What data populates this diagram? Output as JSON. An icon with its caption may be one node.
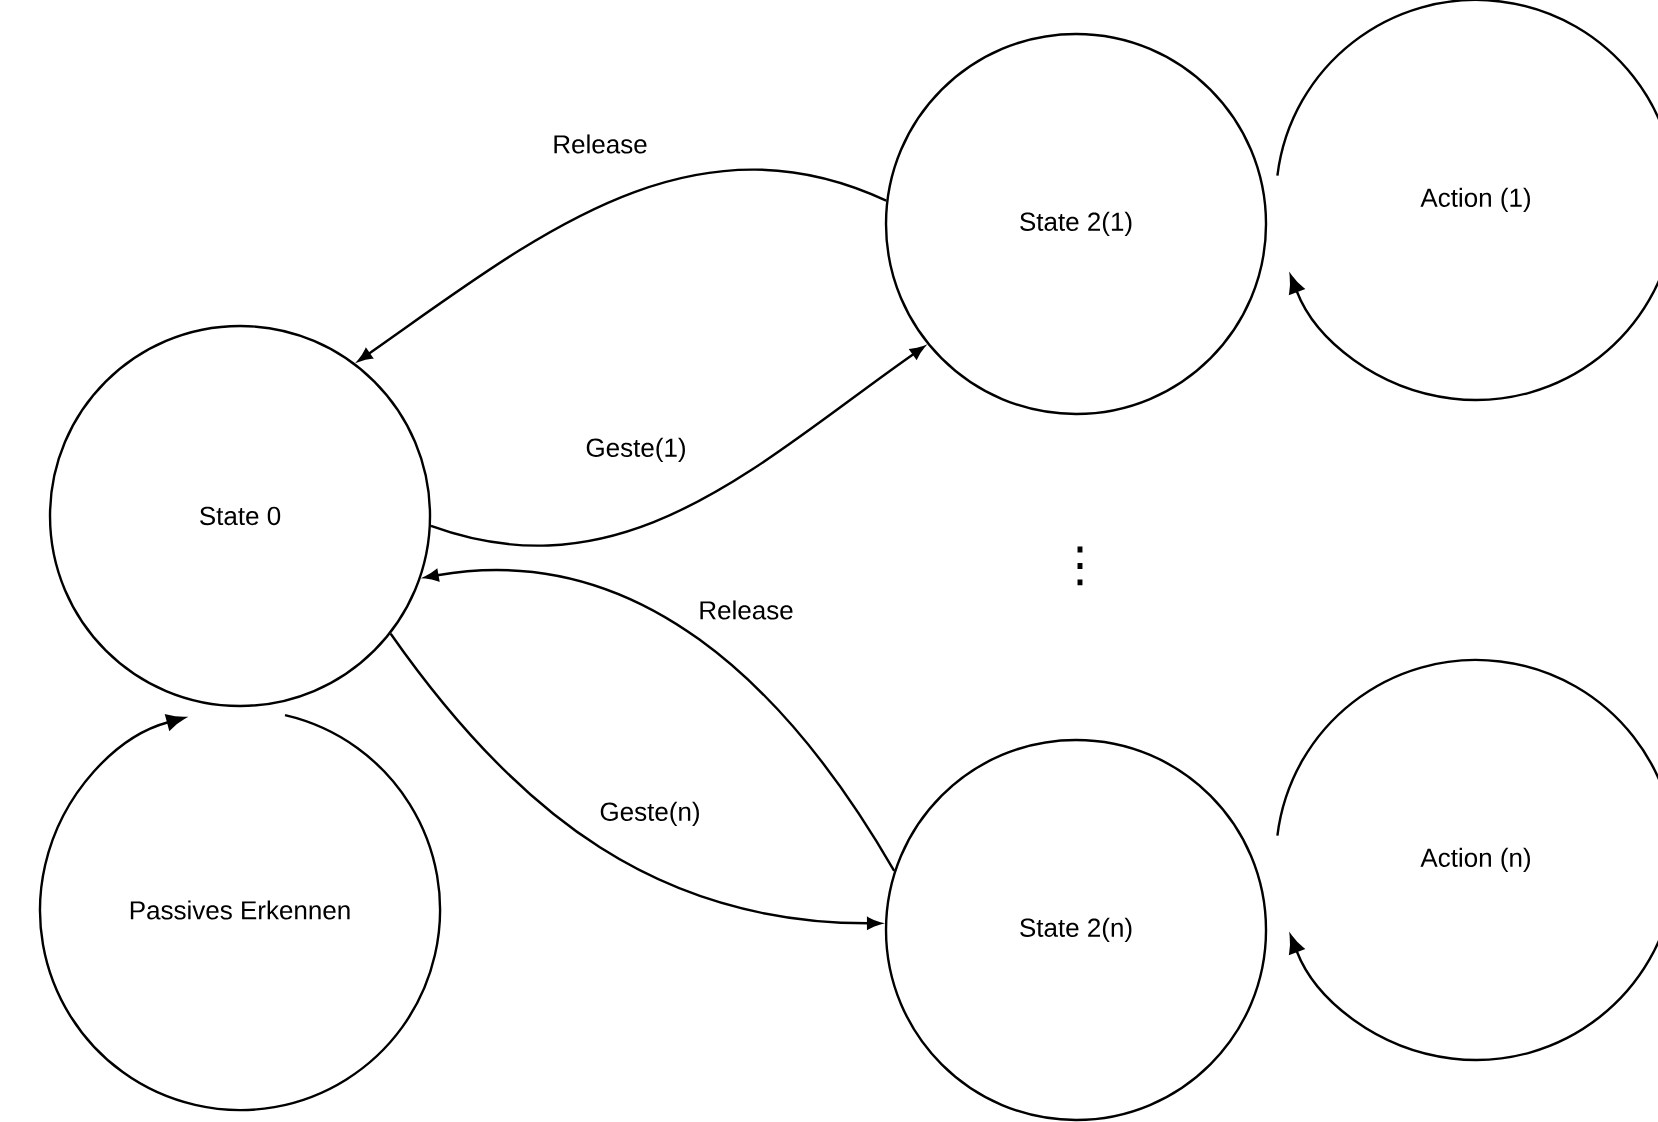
{
  "diagram": {
    "nodes": [
      {
        "text": [
          "State 0"
        ]
      },
      {
        "text": [
          "State 2(1)"
        ]
      },
      {
        "text": [
          "State 2(n)"
        ]
      },
      {
        "text": [
          "Action (1)"
        ]
      },
      {
        "text": [
          "Passives Erkennen"
        ]
      },
      {
        "text": [
          "Action (n)"
        ]
      }
    ],
    "edges": [
      {
        "from": 1,
        "to": 0,
        "arrow": "to",
        "label": "Release"
      },
      {
        "from": 0,
        "to": 1,
        "arrow": "to",
        "label": "Geste(1)"
      },
      {
        "from": 2,
        "to": 0,
        "arrow": "to",
        "label": "Release"
      },
      {
        "from": 0,
        "to": 2,
        "arrow": "to",
        "label": "Geste(n)"
      }
    ],
    "labels": [
      "⋮"
    ]
  }
}
